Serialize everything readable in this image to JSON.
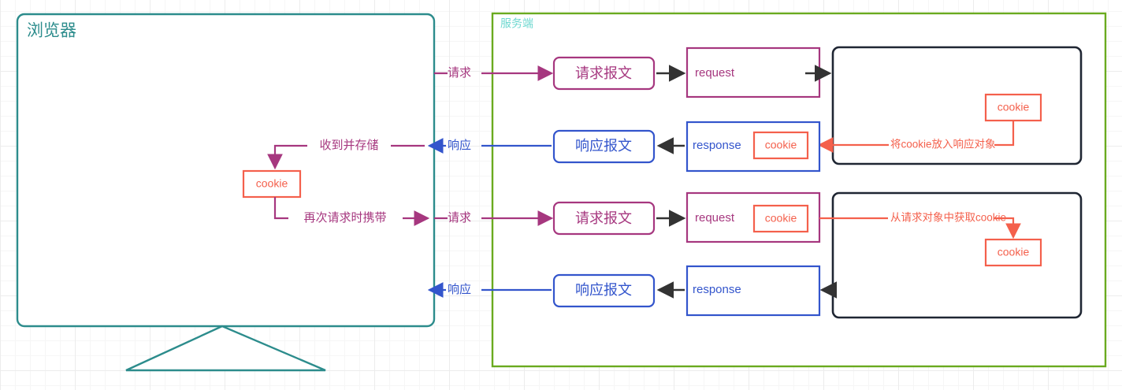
{
  "diagram": {
    "title": "cookie-flow-diagram",
    "containers": [
      {
        "id": "browser",
        "label": "浏览器",
        "color": "#2c8c8c"
      },
      {
        "id": "server",
        "label": "服务端",
        "color": "#6aaa1f",
        "label_color": "#6fd8d0"
      }
    ],
    "colors": {
      "browser_border": "#2c8c8c",
      "server_border": "#6aaa1f",
      "server_label": "#6fd8d0",
      "request_purple": "#a6377f",
      "response_blue": "#3355cc",
      "cookie_red": "#f4604c",
      "object_black": "#1f2633",
      "arrow_black": "#333333"
    },
    "browser": {
      "title": "浏览器",
      "cookie_label": "cookie",
      "edge_store_label": "收到并存储",
      "edge_carry_label": "再次请求时携带"
    },
    "server": {
      "title": "服务端",
      "rows": [
        {
          "channel": "请求",
          "message_box": "请求报文",
          "object_box": "request",
          "object_cookie": null,
          "note": null,
          "note_cookie": null
        },
        {
          "channel": "响应",
          "message_box": "响应报文",
          "object_box": "response",
          "object_cookie": "cookie",
          "note": "将cookie放入响应对象",
          "note_cookie": "cookie"
        },
        {
          "channel": "请求",
          "message_box": "请求报文",
          "object_box": "request",
          "object_cookie": "cookie",
          "note": "从请求对象中获取cookie",
          "note_cookie": "cookie"
        },
        {
          "channel": "响应",
          "message_box": "响应报文",
          "object_box": "response",
          "object_cookie": null,
          "note": null,
          "note_cookie": null
        }
      ]
    }
  }
}
